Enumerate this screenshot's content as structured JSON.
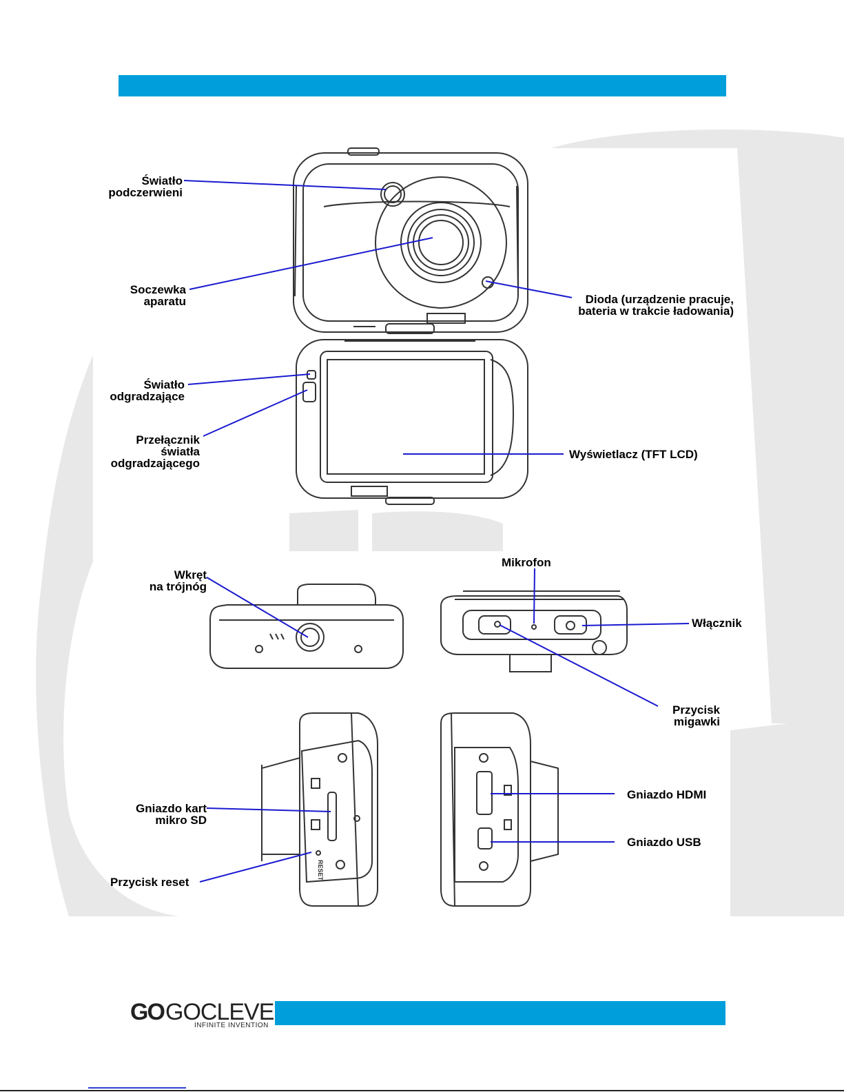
{
  "header": {
    "bar_color": "#009fdb"
  },
  "labels": {
    "ir_light": [
      "Światło",
      "podczerwieni"
    ],
    "lens": [
      "Soczewka",
      "aparatu"
    ],
    "diode": [
      "Dioda (urządzenie pracuje,",
      "bateria w trakcie ładowania)"
    ],
    "fill_light": [
      "Światło",
      "odgradzające"
    ],
    "fill_switch": [
      "Przełącznik",
      "światła",
      "odgradzającego"
    ],
    "display": "Wyświetlacz (TFT LCD)",
    "tripod": [
      "Wkręt",
      "na trójnóg"
    ],
    "microphone": "Mikrofon",
    "power": "Włącznik",
    "shutter": [
      "Przycisk",
      "migawki"
    ],
    "sd_slot": [
      "Gniazdo kart",
      "mikro SD"
    ],
    "reset": "Przycisk reset",
    "hdmi": "Gniazdo HDMI",
    "usb": "Gniazdo USB",
    "reset_marking": "RESET"
  },
  "footer": {
    "logo_mark": "GO",
    "logo_name": "GOCLEVER",
    "logo_tagline": "INFINITE INVENTION",
    "bar_color": "#009fdb"
  },
  "colors": {
    "leader_line": "#1a1ad0",
    "outline": "#333333"
  }
}
